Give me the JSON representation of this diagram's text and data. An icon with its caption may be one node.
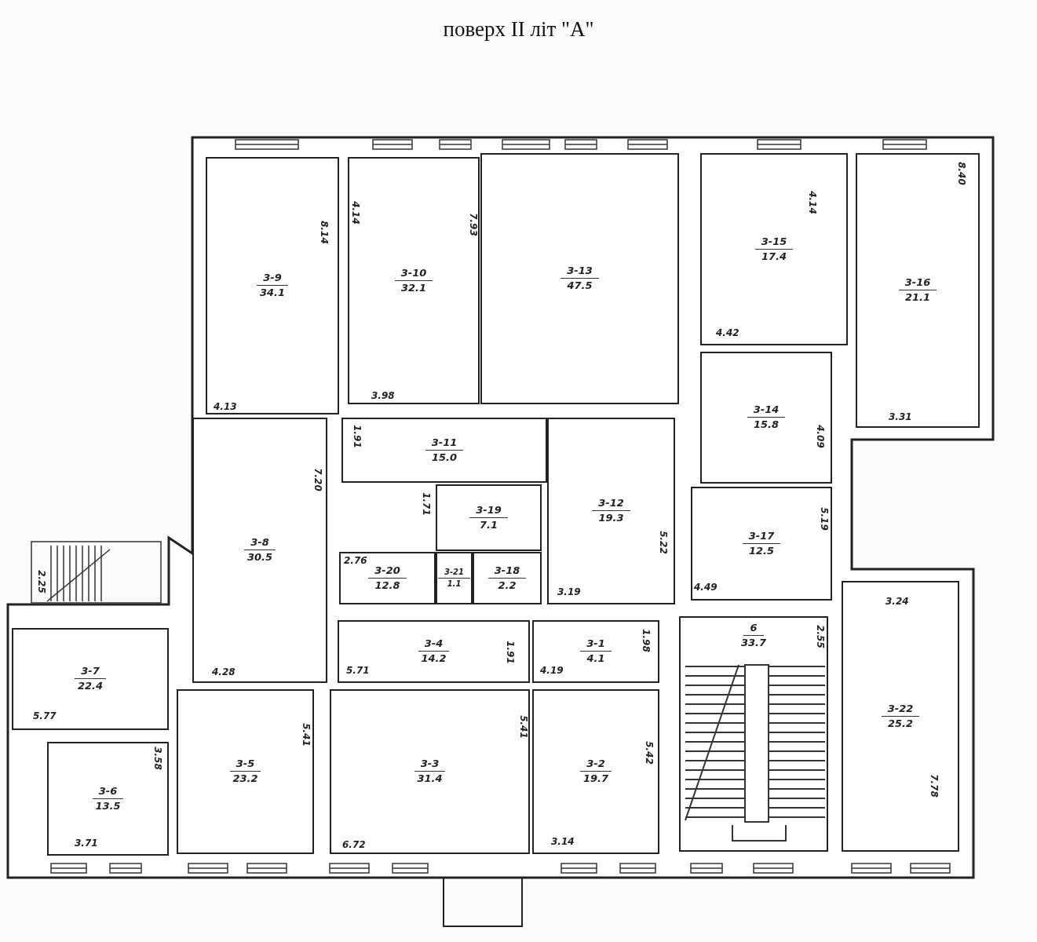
{
  "diagram": {
    "title": "поверх II літ \"А\"",
    "nodes": [
      {
        "text": [
          "3-9",
          "34.1"
        ]
      },
      {
        "text": [
          "3-10",
          "32.1"
        ]
      },
      {
        "text": [
          "3-13",
          "47.5"
        ]
      },
      {
        "text": [
          "3-15",
          "17.4"
        ]
      },
      {
        "text": [
          "3-16",
          "21.1"
        ]
      },
      {
        "text": [
          "3-8",
          "30.5"
        ]
      },
      {
        "text": [
          "3-11",
          "15.0"
        ]
      },
      {
        "text": [
          "3-12",
          "19.3"
        ]
      },
      {
        "text": [
          "3-14",
          "15.8"
        ]
      },
      {
        "text": [
          "3-19",
          "7.1"
        ]
      },
      {
        "text": [
          "3-17",
          "12.5"
        ]
      },
      {
        "text": [
          "3-20",
          "12.8"
        ]
      },
      {
        "text": [
          "3-21",
          "1.1"
        ]
      },
      {
        "text": [
          "3-18",
          "2.2"
        ]
      },
      {
        "text": [
          "3-4",
          "14.2"
        ]
      },
      {
        "text": [
          "3-1",
          "4.1"
        ]
      },
      {
        "text": [
          "6",
          "33.7"
        ]
      },
      {
        "text": [
          "3-22",
          "25.2"
        ]
      },
      {
        "text": [
          "3-7",
          "22.4"
        ]
      },
      {
        "text": [
          "3-5",
          "23.2"
        ]
      },
      {
        "text": [
          "3-3",
          "31.4"
        ]
      },
      {
        "text": [
          "3-2",
          "19.7"
        ]
      },
      {
        "text": [
          "3-6",
          "13.5"
        ]
      }
    ],
    "labels": [
      "8.14",
      "4.14",
      "7.93",
      "4.13",
      "3.98",
      "4.14",
      "8.40",
      "4.42",
      "3.31",
      "4.09",
      "1.91",
      "7.20",
      "2.76",
      "3.19",
      "5.22",
      "5.19",
      "4.49",
      "2.25",
      "5.77",
      "3.58",
      "3.71",
      "4.28",
      "5.41",
      "6.72",
      "5.41",
      "5.42",
      "3.14",
      "5.71",
      "1.91",
      "4.19",
      "1.98",
      "2.55",
      "3.24",
      "7.78",
      "1.71"
    ]
  }
}
